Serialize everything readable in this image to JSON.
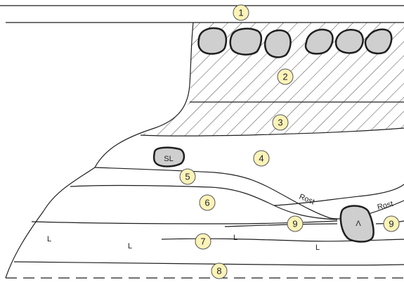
{
  "markers": [
    "1",
    "2",
    "3",
    "4",
    "5",
    "6",
    "7",
    "8",
    "9",
    "9"
  ],
  "labels": {
    "sl": "SL",
    "lambda": "Λ",
    "rost_1": "Rost",
    "rost_2": "Rost",
    "l": "L"
  },
  "colors": {
    "marker_fill": "#fcf3b8",
    "stone_fill": "#cfcfcf",
    "line": "#1f1f1f"
  }
}
